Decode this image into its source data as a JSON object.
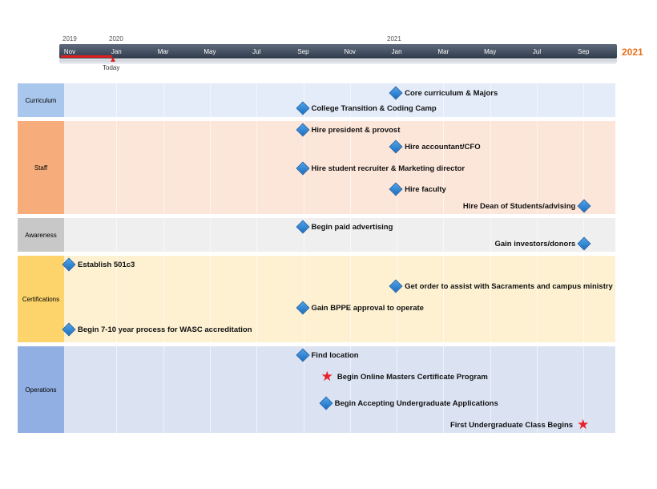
{
  "timeline": {
    "year_labels": [
      "2019",
      "2020",
      "2021"
    ],
    "months": [
      "Nov",
      "Jan",
      "Mar",
      "May",
      "Jul",
      "Sep",
      "Nov",
      "Jan",
      "Mar",
      "May",
      "Jul",
      "Sep"
    ],
    "today_label": "Today",
    "end_year": "2021",
    "colors": {
      "scale": "#3d4859",
      "progress": "#e02020",
      "end_year": "#e8701a"
    }
  },
  "swimlanes": [
    {
      "name": "Curriculum",
      "label_color": "#a9c7ec",
      "body_color": "#e3ecf8",
      "milestones": [
        {
          "label": "Core curriculum & Majors",
          "shape": "diamond",
          "date": "Jan 2021"
        },
        {
          "label": "College Transition & Coding Camp",
          "shape": "diamond",
          "date": "Sep 2020"
        }
      ]
    },
    {
      "name": "Staff",
      "label_color": "#f6ad7b",
      "body_color": "#fce6da",
      "milestones": [
        {
          "label": "Hire president & provost",
          "shape": "diamond",
          "date": "Sep 2020"
        },
        {
          "label": "Hire accountant/CFO",
          "shape": "diamond",
          "date": "Jan 2021"
        },
        {
          "label": "Hire student recruiter & Marketing director",
          "shape": "diamond",
          "date": "Sep 2020"
        },
        {
          "label": "Hire faculty",
          "shape": "diamond",
          "date": "Jan 2021"
        },
        {
          "label": "Hire Dean of Students/advising",
          "shape": "diamond",
          "date": "Sep 2021",
          "label_side": "left"
        }
      ]
    },
    {
      "name": "Awareness",
      "label_color": "#c8c8c8",
      "body_color": "#efefef",
      "milestones": [
        {
          "label": "Begin paid advertising",
          "shape": "diamond",
          "date": "Sep 2020"
        },
        {
          "label": "Gain investors/donors",
          "shape": "diamond",
          "date": "Sep 2021",
          "label_side": "left"
        }
      ]
    },
    {
      "name": "Certifications",
      "label_color": "#fcd46b",
      "body_color": "#fdf1d2",
      "milestones": [
        {
          "label": "Establish 501c3",
          "shape": "diamond",
          "date": "Nov 2019"
        },
        {
          "label": "Get order to assist with Sacraments and campus ministry",
          "shape": "diamond",
          "date": "Jan 2021"
        },
        {
          "label": "Gain BPPE approval to operate",
          "shape": "diamond",
          "date": "Sep 2020"
        },
        {
          "label": "Begin 7-10 year process for WASC accreditation",
          "shape": "diamond",
          "date": "Nov 2019"
        }
      ]
    },
    {
      "name": "Operations",
      "label_color": "#91afe2",
      "body_color": "#dbe3f3",
      "milestones": [
        {
          "label": "Find location",
          "shape": "diamond",
          "date": "Sep 2020"
        },
        {
          "label": "Begin Online Masters Certificate Program",
          "shape": "star",
          "date": "Oct 2020"
        },
        {
          "label": "Begin Accepting Undergraduate Applications",
          "shape": "diamond",
          "date": "Oct 2020"
        },
        {
          "label": "First Undergraduate Class Begins",
          "shape": "star",
          "date": "Sep 2021",
          "label_side": "left"
        }
      ]
    }
  ]
}
